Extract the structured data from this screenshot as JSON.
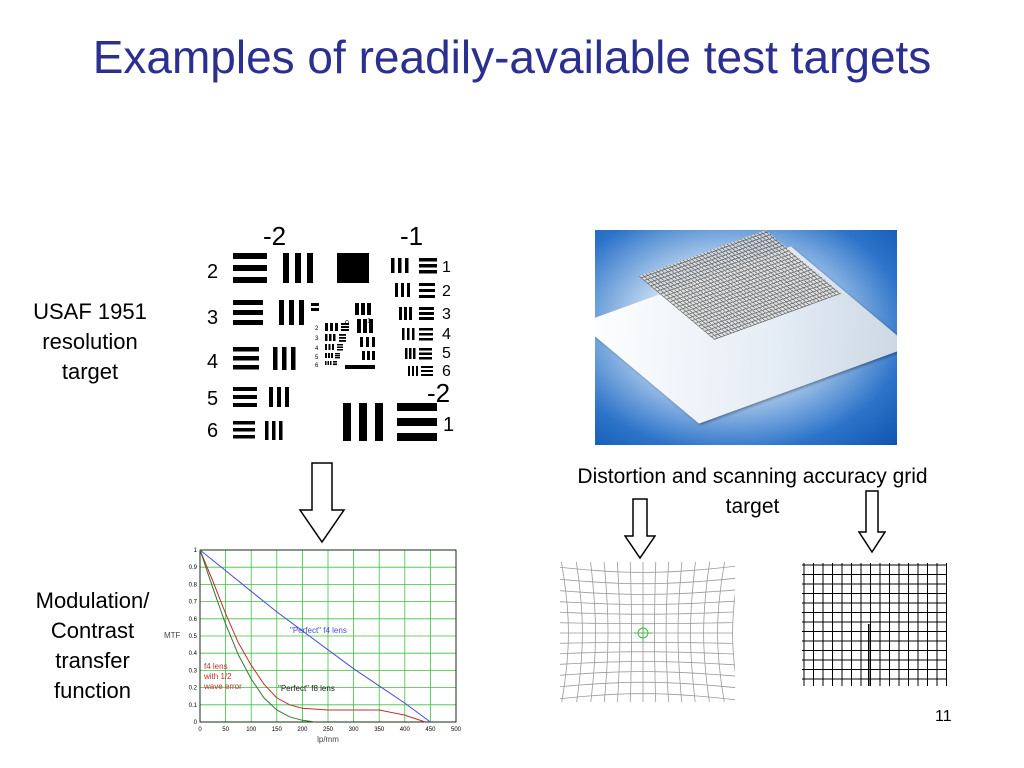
{
  "slide": {
    "title": "Examples of readily-available test targets",
    "page_number": "11"
  },
  "usaf": {
    "caption": "USAF 1951 resolution target",
    "group_labels": [
      "-2",
      "-1",
      "-2"
    ],
    "left_element_numbers": [
      "2",
      "3",
      "4",
      "5",
      "6"
    ],
    "right_element_numbers": [
      "1",
      "2",
      "3",
      "4",
      "5",
      "6"
    ],
    "bottom_right_number": "1",
    "center_labels": [
      "2",
      "3",
      "4",
      "5",
      "6",
      "0",
      "1"
    ]
  },
  "grid_target": {
    "caption": "Distortion and scanning accuracy grid target"
  },
  "mtf": {
    "caption": "Modulation/ Contrast transfer function"
  },
  "chart_data": {
    "type": "line",
    "title": "",
    "xlabel": "lp/mm",
    "ylabel": "MTF",
    "xlim": [
      0,
      500
    ],
    "ylim": [
      0,
      1
    ],
    "grid": true,
    "xticks": [
      "0",
      "50",
      "100",
      "150",
      "200",
      "250",
      "300",
      "350",
      "400",
      "450",
      "500"
    ],
    "yticks": [
      "0",
      "0.1",
      "0.2",
      "0.3",
      "0.4",
      "0.5",
      "0.6",
      "0.7",
      "0.8",
      "0.9",
      "1"
    ],
    "annotations": [
      "\"Perfect\" f4 lens",
      "f4 lens with 1/2 wave error",
      "\"Perfect\" f8 lens"
    ],
    "series": [
      {
        "name": "\"Perfect\" f4 lens",
        "color": "#4b4bd6",
        "points": [
          [
            0,
            1.0
          ],
          [
            50,
            0.88
          ],
          [
            100,
            0.76
          ],
          [
            150,
            0.64
          ],
          [
            200,
            0.53
          ],
          [
            250,
            0.42
          ],
          [
            300,
            0.31
          ],
          [
            350,
            0.21
          ],
          [
            400,
            0.11
          ],
          [
            450,
            0.0
          ]
        ]
      },
      {
        "name": "f4 lens with 1/2 wave error",
        "color": "#c03030",
        "points": [
          [
            0,
            1.0
          ],
          [
            25,
            0.82
          ],
          [
            50,
            0.63
          ],
          [
            75,
            0.46
          ],
          [
            100,
            0.33
          ],
          [
            125,
            0.22
          ],
          [
            150,
            0.14
          ],
          [
            175,
            0.1
          ],
          [
            200,
            0.08
          ],
          [
            250,
            0.07
          ],
          [
            300,
            0.07
          ],
          [
            350,
            0.07
          ],
          [
            400,
            0.04
          ],
          [
            440,
            0.0
          ]
        ]
      },
      {
        "name": "\"Perfect\" f8 lens",
        "color": "#2f7a2f",
        "points": [
          [
            0,
            1.0
          ],
          [
            25,
            0.78
          ],
          [
            50,
            0.57
          ],
          [
            75,
            0.39
          ],
          [
            100,
            0.25
          ],
          [
            125,
            0.14
          ],
          [
            150,
            0.07
          ],
          [
            175,
            0.03
          ],
          [
            200,
            0.01
          ],
          [
            225,
            0.0
          ]
        ]
      }
    ]
  }
}
